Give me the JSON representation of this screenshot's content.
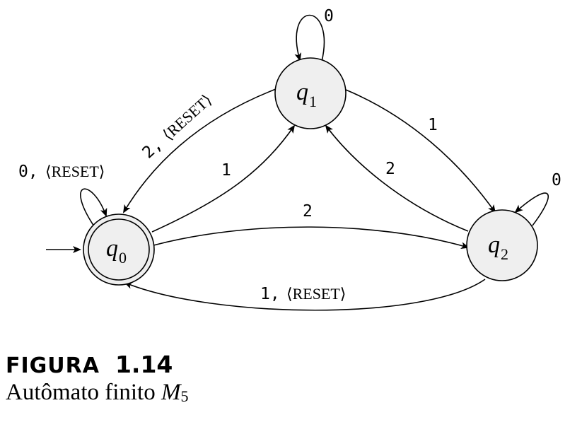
{
  "diagram": {
    "states": {
      "q0": {
        "name": "q",
        "sub": "0"
      },
      "q1": {
        "name": "q",
        "sub": "1"
      },
      "q2": {
        "name": "q",
        "sub": "2"
      }
    },
    "transitions": {
      "q0_self": {
        "symbol": "0,",
        "reset": "⟨RESET⟩"
      },
      "q1_self": {
        "symbol": "0"
      },
      "q2_self": {
        "symbol": "0"
      },
      "q0_q1": {
        "symbol": "1"
      },
      "q1_q0": {
        "symbol": "2,",
        "reset": "⟨RESET⟩"
      },
      "q1_q2": {
        "symbol": "1"
      },
      "q2_q1": {
        "symbol": "2"
      },
      "q0_q2": {
        "symbol": "2"
      },
      "q2_q0": {
        "symbol": "1,",
        "reset": "⟨RESET⟩"
      }
    }
  },
  "caption": {
    "label": "FIGURA",
    "number": "1.14",
    "text": "Autômato finito",
    "machine_name": "M",
    "machine_sub": "5"
  }
}
